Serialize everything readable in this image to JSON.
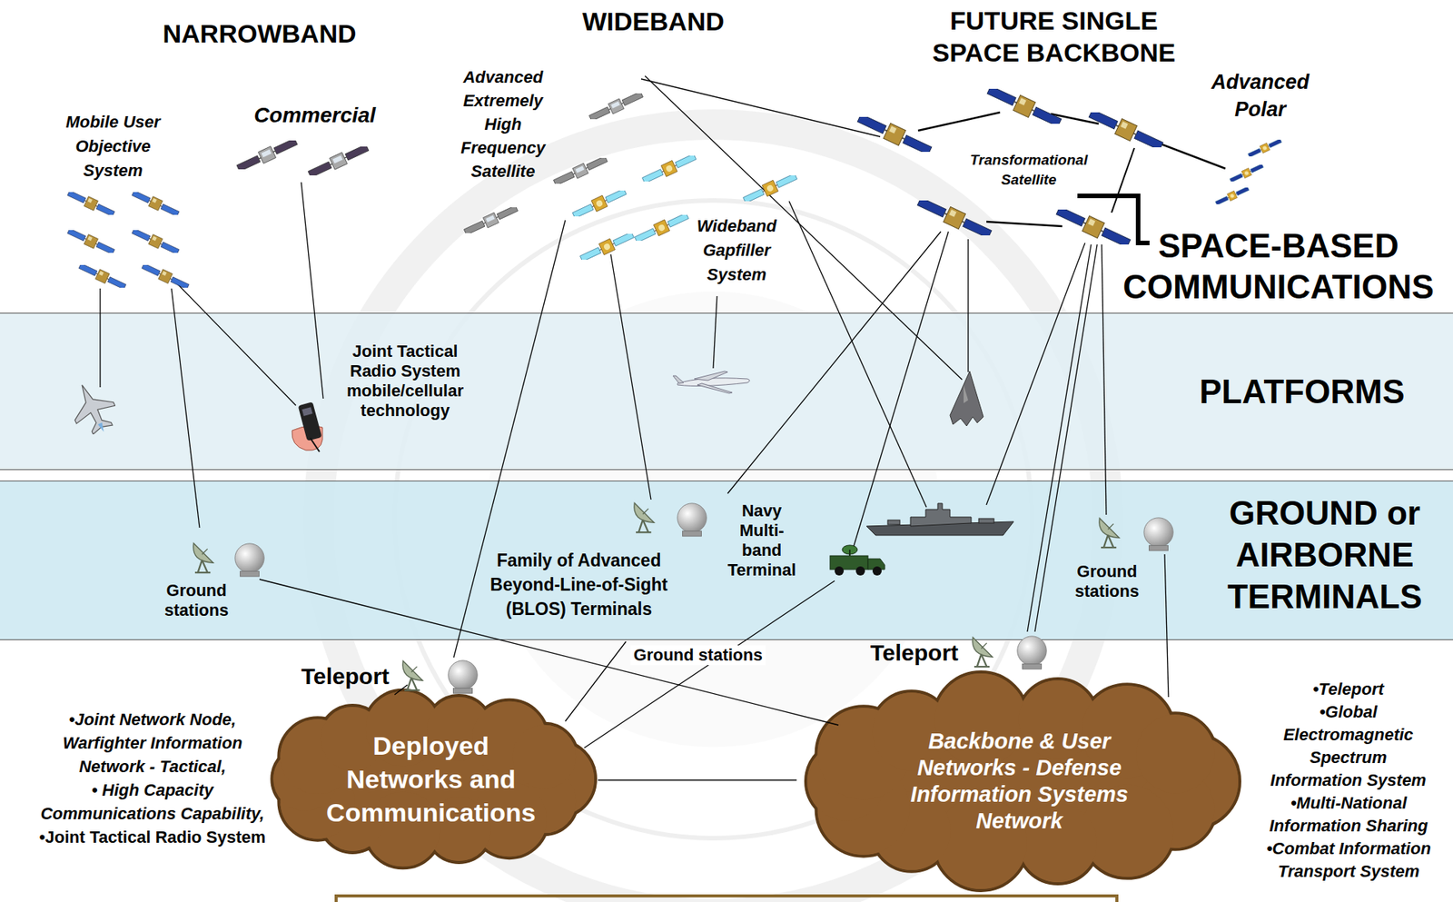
{
  "diagram": {
    "nodes": [
      {
        "text": [
          "PLATFORMS"
        ]
      },
      {
        "text": [
          "GROUND or AIRBORNE TERMINALS"
        ]
      },
      {
        "text": [
          "Deployed Networks and Communications"
        ]
      },
      {
        "text": [
          "Backbone & User Networks - Defense Information Systems Network"
        ]
      }
    ],
    "edges": [
      {
        "from": 2,
        "to": 3,
        "arrow": "none"
      }
    ],
    "labels": [
      "NARROWBAND",
      "WIDEBAND",
      "FUTURE SINGLE SPACE BACKBONE",
      "Advanced Extremely High Frequency Satellite",
      "Advanced Polar",
      "Mobile User Objective System",
      "Commercial",
      "Transformational Satellite",
      "Wideband Gapfiller System",
      "SPACE-BASED COMMUNICATIONS",
      "Joint Tactical Radio System mobile/cellular technology",
      "Navy Multi-band Terminal",
      "Family of Advanced Beyond-Line-of-Sight (BLOS) Terminals",
      "Ground stations",
      "Ground stations",
      "Ground stations",
      "Teleport",
      "Teleport",
      "•Joint Network Node, Warfighter Information Network - Tactical,",
      "• High Capacity Communications Capability,",
      "•Joint Tactical Radio System",
      "•Teleport",
      "•Global Electromagnetic Spectrum Information System",
      "•Multi-National Information Sharing",
      "•Combat Information Transport System"
    ]
  }
}
